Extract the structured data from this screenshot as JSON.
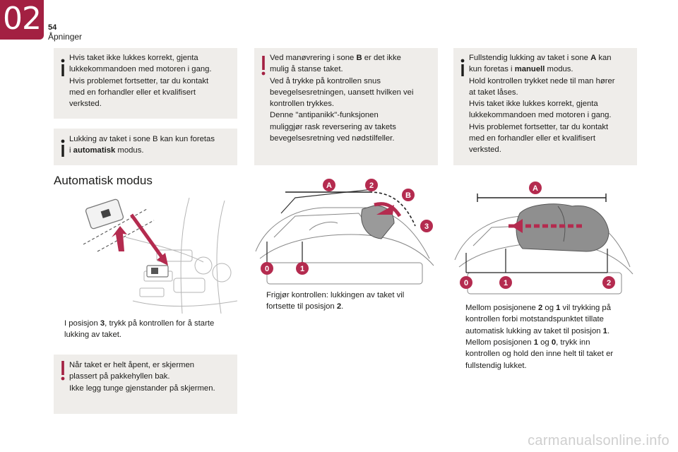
{
  "header": {
    "chapter": "02",
    "page": "54",
    "section": "Åpninger"
  },
  "col1": {
    "info1": [
      "Hvis taket ikke lukkes korrekt, gjenta",
      "lukkekommandoen med motoren i gang.",
      "Hvis problemet fortsetter, tar du kontakt",
      "med en forhandler eller et kvalifisert",
      "verksted."
    ],
    "info2": {
      "line1": "Lukking av taket i sone B kan kun foretas",
      "line2_pre": "i ",
      "line2_bold": "automatisk",
      "line2_post": " modus."
    },
    "heading": "Automatisk modus",
    "bullet_mark": "",
    "bullet": {
      "pre": "I posisjon ",
      "bold": "3",
      "post": ", trykk på kontrollen for å starte",
      "line2": "lukking av taket."
    },
    "warn": [
      "Når taket er helt åpent, er skjermen",
      "plassert på pakkehyllen bak.",
      "Ikke legg tunge gjenstander på skjermen."
    ]
  },
  "col2": {
    "warn": [
      "Ved manøvrering i sone B er det ikke",
      "mulig å stanse taket.",
      "Ved å trykke på kontrollen snus",
      "bevegelsesretningen, uansett hvilken vei",
      "kontrollen trykkes.",
      "Denne \"antipanikk\"-funksjonen",
      "muliggjør rask reversering av takets",
      "bevegelsesretning ved nødstilfeller."
    ],
    "illus_labels": {
      "a": "A",
      "two": "2",
      "b": "B",
      "three": "3",
      "zero": "0",
      "one": "1"
    },
    "bullet": {
      "line1": "Frigjør kontrollen: lukkingen av taket vil",
      "line2_pre": "fortsette til posisjon ",
      "line2_bold": "2",
      "line2_post": "."
    }
  },
  "col3": {
    "info": {
      "l1_pre": "Fullstendig lukking av taket i sone ",
      "l1_bold": "A",
      "l1_post": " kan",
      "l2_pre": "kun foretas i ",
      "l2_bold": "manuell",
      "l2_post": " modus.",
      "rest": [
        "Hold kontrollen trykket nede til man hører",
        "at taket låses.",
        "Hvis taket ikke lukkes korrekt, gjenta",
        "lukkekommandoen med motoren i gang.",
        "Hvis problemet fortsetter, tar du kontakt",
        "med en forhandler eller et kvalifisert",
        "verksted."
      ]
    },
    "illus_labels": {
      "a": "A",
      "zero": "0",
      "one": "1",
      "two": "2"
    },
    "bullet1": {
      "l1_pre": "Mellom posisjonene ",
      "l1_b1": "2",
      "l1_mid": " og ",
      "l1_b2": "1",
      "l1_post": " vil trykking på",
      "l2": "kontrollen forbi motstandspunktet tillate",
      "l3_pre": "automatisk lukking av taket til posisjon ",
      "l3_bold": "1",
      "l3_post": "."
    },
    "bullet2": {
      "l1_pre": "Mellom posisjonen ",
      "l1_b1": "1",
      "l1_mid": " og ",
      "l1_b2": "0",
      "l1_post": ", trykk inn",
      "l2": "kontrollen og hold den inne helt til taket er",
      "l3": "fullstendig lukket."
    }
  },
  "footer": {
    "watermark": "carmanualsonline.info"
  },
  "colors": {
    "accent": "#a32042",
    "box": "#efedea",
    "badge": "#b42b4f"
  }
}
